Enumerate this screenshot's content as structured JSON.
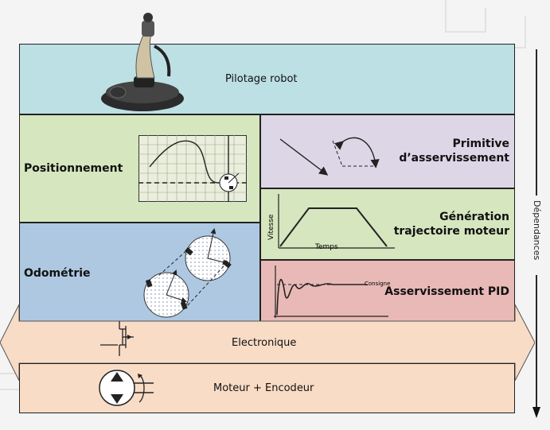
{
  "blocks": {
    "pilotage": "Pilotage robot",
    "positionnement": "Positionnement",
    "primitive_line1": "Primitive",
    "primitive_line2": "d’asservissement",
    "generation_line1": "Génération",
    "generation_line2": "trajectoire moteur",
    "odometrie": "Odométrie",
    "pid": "Asservissement PID",
    "electronique": "Electronique",
    "moteur": "Moteur + Encodeur"
  },
  "axis": {
    "dependances": "Dépendances"
  },
  "trajectory_plot": {
    "ylabel": "Vitesse",
    "xlabel": "Temps"
  },
  "pid_plot": {
    "consigne_label": "Consigne"
  },
  "colors": {
    "pilotage": "#bde0e4",
    "positionnement": "#d6e6bf",
    "primitive": "#dcd6e6",
    "generation": "#d6e6bf",
    "odometrie": "#aec8e2",
    "pid": "#e8b9b6",
    "electronique": "#f8dcc6",
    "moteur": "#f8dcc6"
  },
  "icons": {
    "pilotage": "joystick-icon",
    "positionnement": "grid-path-icon",
    "odometrie": "wheels-icon",
    "electronique": "transistor-icon",
    "moteur": "motor-icon"
  }
}
